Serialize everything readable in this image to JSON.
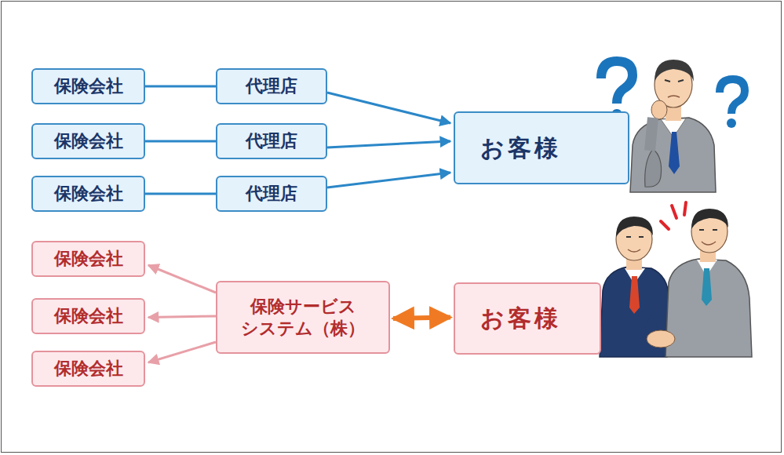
{
  "diagram": {
    "nodes": [
      {
        "text": [
          "保険会社"
        ]
      },
      {
        "text": [
          "代理店"
        ]
      },
      {
        "text": [
          "保険会社"
        ]
      },
      {
        "text": [
          "代理店"
        ]
      },
      {
        "text": [
          "保険会社"
        ]
      },
      {
        "text": [
          "代理店"
        ]
      },
      {
        "text": [
          "お客様"
        ]
      },
      {
        "text": [
          "保険会社"
        ]
      },
      {
        "text": [
          "保険会社"
        ]
      },
      {
        "text": [
          "保険会社"
        ]
      },
      {
        "text": [
          "保険サービス システム（株）"
        ]
      },
      {
        "text": [
          "お客様"
        ]
      }
    ],
    "edges": [
      {
        "from": 0,
        "to": 1,
        "arrow": "none"
      },
      {
        "from": 1,
        "to": 6,
        "arrow": "to"
      },
      {
        "from": 2,
        "to": 3,
        "arrow": "none"
      },
      {
        "from": 3,
        "to": 6,
        "arrow": "to"
      },
      {
        "from": 4,
        "to": 5,
        "arrow": "none"
      },
      {
        "from": 5,
        "to": 6,
        "arrow": "to"
      },
      {
        "from": 10,
        "to": 7,
        "arrow": "to"
      },
      {
        "from": 10,
        "to": 8,
        "arrow": "to"
      },
      {
        "from": 10,
        "to": 9,
        "arrow": "to"
      },
      {
        "from": 10,
        "to": 11,
        "arrow": "both"
      }
    ]
  }
}
